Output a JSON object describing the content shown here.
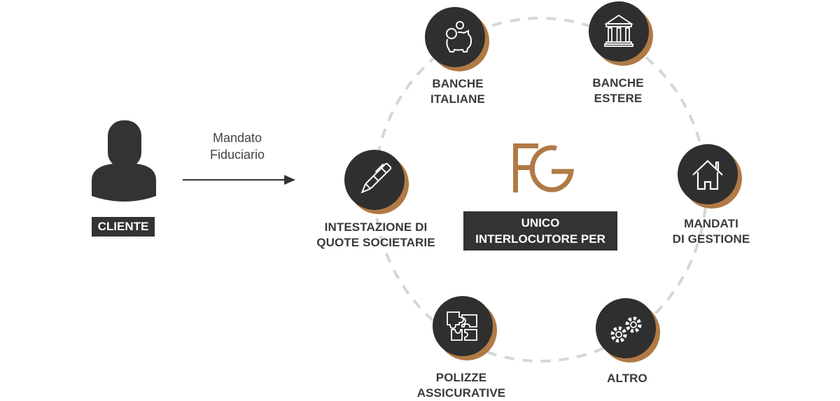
{
  "colors": {
    "dark": "#2f2f2f",
    "bronze": "#b07a45",
    "dash": "#d6d6d6",
    "text": "#3a3a3a",
    "white": "#ffffff"
  },
  "client": {
    "icon": "user-silhouette-icon",
    "label": "CLIENTE"
  },
  "arrow": {
    "line1": "Mandato",
    "line2": "Fiduciario",
    "icon": "arrow-right-icon"
  },
  "center": {
    "logo": "FG",
    "logo_icon": "fg-logo-icon",
    "line1": "UNICO",
    "line2": "INTERLOCUTORE PER"
  },
  "services": [
    {
      "id": "banche-italiane",
      "icon": "piggy-bank-icon",
      "line1": "BANCHE",
      "line2": "ITALIANE"
    },
    {
      "id": "banche-estere",
      "icon": "bank-building-icon",
      "line1": "BANCHE",
      "line2": "ESTERE"
    },
    {
      "id": "intestazione-quote",
      "icon": "pen-icon",
      "line1": "INTESTAZIONE DI",
      "line2": "QUOTE SOCIETARIE"
    },
    {
      "id": "mandati-gestione",
      "icon": "house-icon",
      "line1": "MANDATI",
      "line2": "DI GESTIONE"
    },
    {
      "id": "polizze-assicurative",
      "icon": "puzzle-icon",
      "line1": "POLIZZE",
      "line2": "ASSICURATIVE"
    },
    {
      "id": "altro",
      "icon": "gears-icon",
      "line1": "ALTRO",
      "line2": ""
    }
  ]
}
